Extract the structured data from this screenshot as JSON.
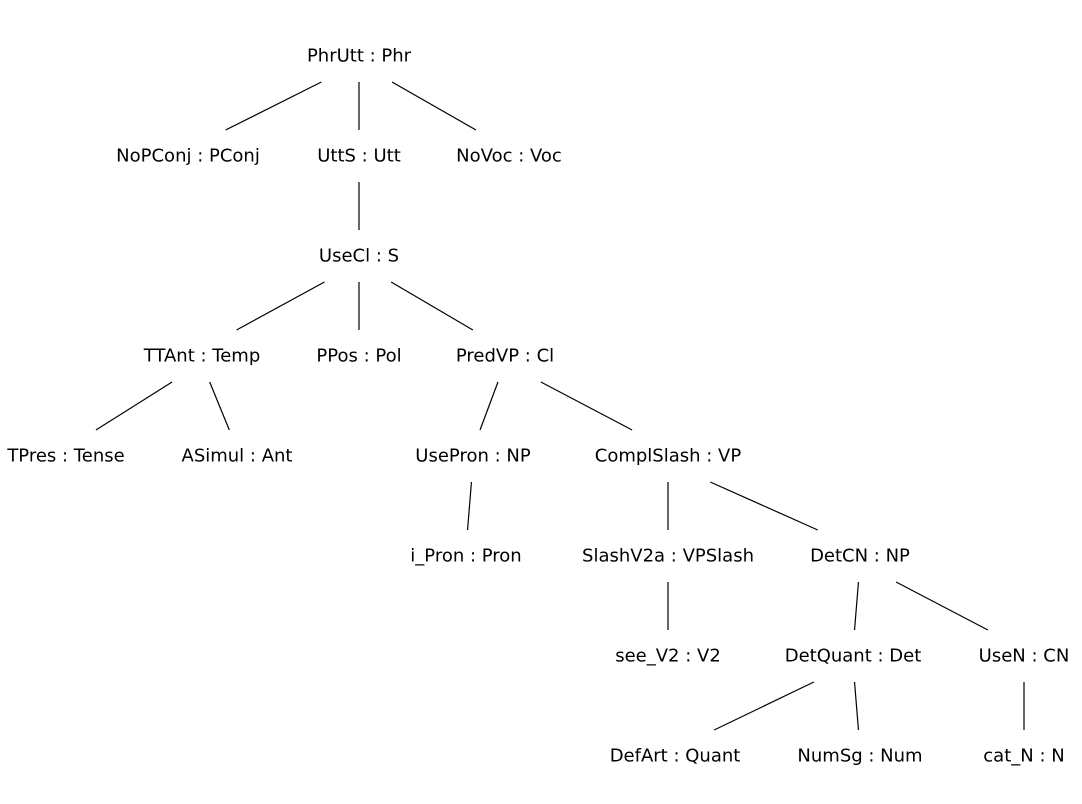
{
  "tree": {
    "nodes": [
      {
        "id": "phrutt",
        "label": "PhrUtt : Phr"
      },
      {
        "id": "nopconj",
        "label": "NoPConj : PConj"
      },
      {
        "id": "utts",
        "label": "UttS : Utt"
      },
      {
        "id": "novoc",
        "label": "NoVoc : Voc"
      },
      {
        "id": "usecl",
        "label": "UseCl : S"
      },
      {
        "id": "ttant",
        "label": "TTAnt : Temp"
      },
      {
        "id": "ppos",
        "label": "PPos : Pol"
      },
      {
        "id": "predvp",
        "label": "PredVP : Cl"
      },
      {
        "id": "tpres",
        "label": "TPres : Tense"
      },
      {
        "id": "asimul",
        "label": "ASimul : Ant"
      },
      {
        "id": "usepron",
        "label": "UsePron : NP"
      },
      {
        "id": "complslash",
        "label": "ComplSlash : VP"
      },
      {
        "id": "i-pron",
        "label": "i_Pron : Pron"
      },
      {
        "id": "slashv2a",
        "label": "SlashV2a : VPSlash"
      },
      {
        "id": "detcn",
        "label": "DetCN : NP"
      },
      {
        "id": "see-v2",
        "label": "see_V2 : V2"
      },
      {
        "id": "detquant",
        "label": "DetQuant : Det"
      },
      {
        "id": "usen",
        "label": "UseN : CN"
      },
      {
        "id": "defart",
        "label": "DefArt : Quant"
      },
      {
        "id": "numsg",
        "label": "NumSg : Num"
      },
      {
        "id": "cat-n",
        "label": "cat_N : N"
      }
    ],
    "edges": [
      [
        "phrutt",
        "nopconj"
      ],
      [
        "phrutt",
        "utts"
      ],
      [
        "phrutt",
        "novoc"
      ],
      [
        "utts",
        "usecl"
      ],
      [
        "usecl",
        "ttant"
      ],
      [
        "usecl",
        "ppos"
      ],
      [
        "usecl",
        "predvp"
      ],
      [
        "ttant",
        "tpres"
      ],
      [
        "ttant",
        "asimul"
      ],
      [
        "predvp",
        "usepron"
      ],
      [
        "predvp",
        "complslash"
      ],
      [
        "usepron",
        "i-pron"
      ],
      [
        "complslash",
        "slashv2a"
      ],
      [
        "complslash",
        "detcn"
      ],
      [
        "slashv2a",
        "see-v2"
      ],
      [
        "detcn",
        "detquant"
      ],
      [
        "detcn",
        "usen"
      ],
      [
        "detquant",
        "defart"
      ],
      [
        "detquant",
        "numsg"
      ],
      [
        "usen",
        "cat-n"
      ]
    ]
  }
}
